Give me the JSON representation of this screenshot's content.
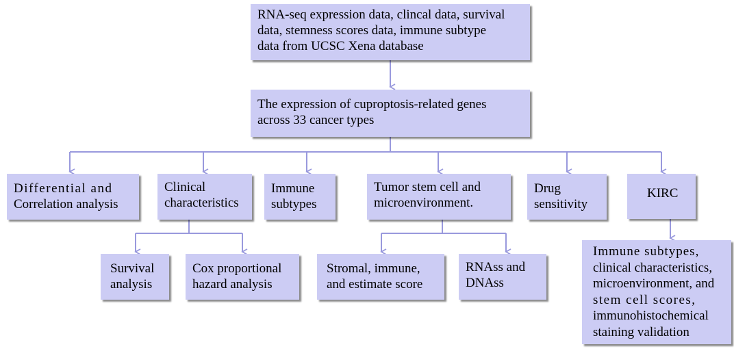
{
  "diagram": {
    "boxes": {
      "source": [
        "RNA-seq expression data, clincal data, survival",
        "data, stemness scores data, immune subtype",
        "data from UCSC Xena database"
      ],
      "expression": [
        "The expression of cuproptosis-related genes",
        "across 33 cancer types"
      ],
      "differential": [
        "Differential and",
        "Correlation analysis"
      ],
      "clinical": [
        "Clinical",
        "characteristics"
      ],
      "immune": [
        "Immune",
        "subtypes"
      ],
      "tumor": [
        "Tumor stem cell and",
        "microenvironment."
      ],
      "drug": [
        "Drug",
        "sensitivity"
      ],
      "kirc": [
        "KIRC"
      ],
      "survival": [
        "Survival",
        "analysis"
      ],
      "cox": [
        "Cox proportional",
        "hazard analysis"
      ],
      "stromal": [
        "Stromal, immune,",
        "and estimate score"
      ],
      "rnass": [
        "RNAss and",
        "DNAss"
      ],
      "kirc_detail": [
        "Immune subtypes,",
        "clinical characteristics,",
        "microenvironment, and",
        "stem cell scores,",
        "immunohistochemical",
        "staining validation"
      ]
    },
    "colors": {
      "box_fill": "#ccccf4",
      "connector": "#9999dd"
    }
  }
}
